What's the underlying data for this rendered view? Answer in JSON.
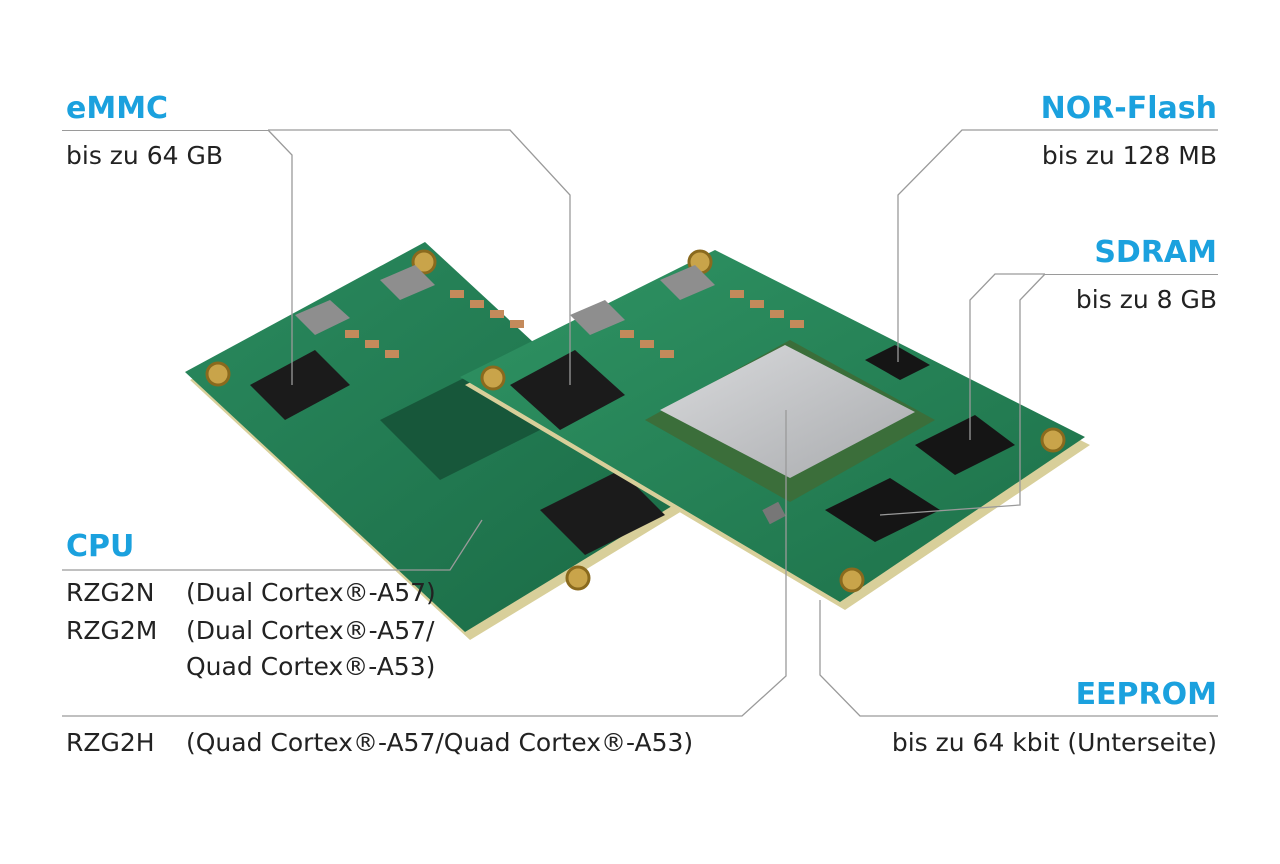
{
  "colors": {
    "accent": "#1ba1de",
    "text": "#222222",
    "leader": "#9a9a9a",
    "pcb": "#1f7a52"
  },
  "emmc": {
    "title": "eMMC",
    "value": "bis zu 64 GB"
  },
  "norflash": {
    "title": "NOR-Flash",
    "value": "bis zu 128 MB"
  },
  "sdram": {
    "title": "SDRAM",
    "value": "bis zu 8 GB"
  },
  "cpu": {
    "title": "CPU",
    "rows": [
      {
        "model": "RZG2N",
        "desc": "(Dual Cortex®-A57)"
      },
      {
        "model": "RZG2M",
        "desc": "(Dual Cortex®-A57/",
        "desc2": "Quad Cortex®-A53)"
      },
      {
        "model": "RZG2H",
        "desc": "(Quad Cortex®-A57/Quad Cortex®-A53)"
      }
    ]
  },
  "eeprom": {
    "title": "EEPROM",
    "value": "bis zu 64 kbit (Unterseite)"
  }
}
